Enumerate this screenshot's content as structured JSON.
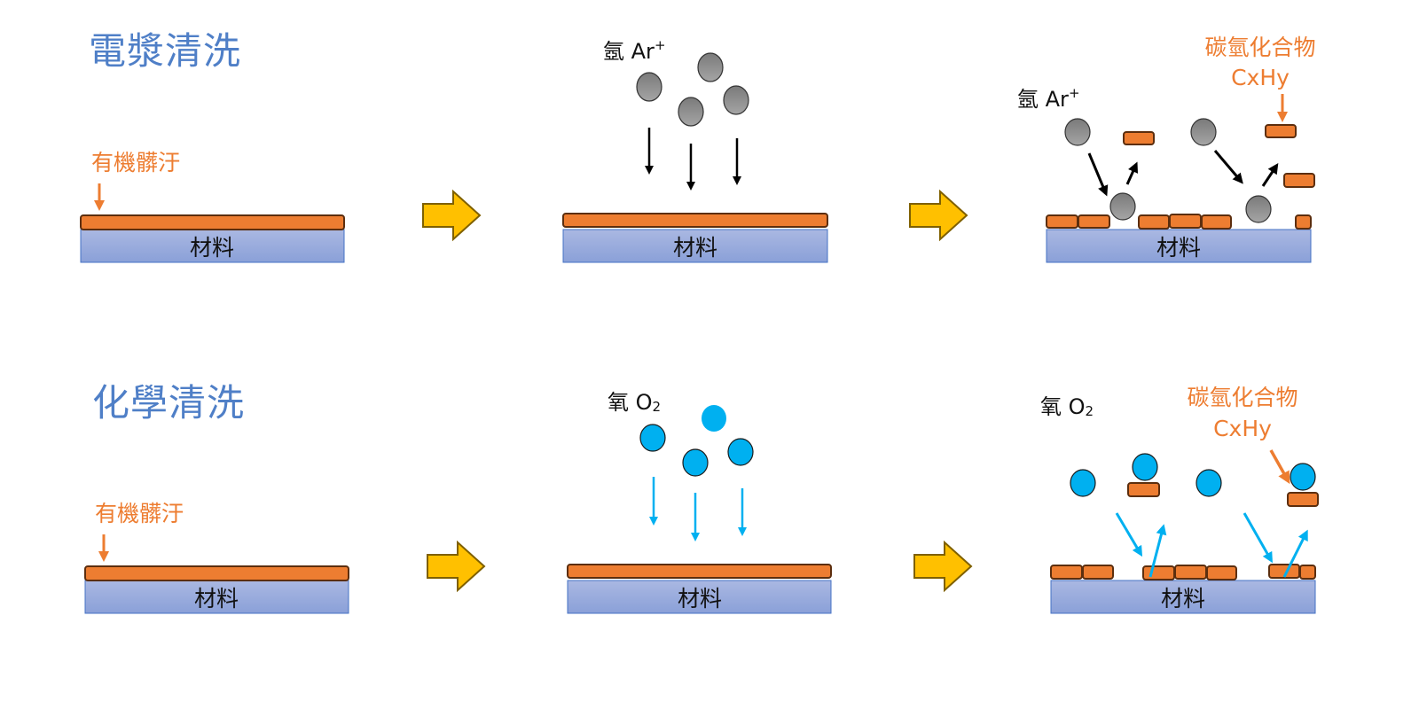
{
  "colors": {
    "title": "#4f7fc7",
    "contaminant": "#ed7d31",
    "contaminant_stroke": "#5c2e0e",
    "material_top": "#aab8e2",
    "material_bottom": "#8aa0d8",
    "material_stroke": "#4472c4",
    "argon_fill": "#8c8c8c",
    "oxygen_fill": "#00b0f0",
    "flow_arrow": "#ffc000",
    "flow_arrow_stroke": "#7f6000",
    "orange_label": "#ed7d31",
    "blue_arrow": "#00b0f0"
  },
  "rows": [
    {
      "id": "plasma",
      "title": "電漿清洗",
      "contaminant_label": "有機髒汙",
      "material_label": "材料",
      "gas_label_char": "氬",
      "gas_label_formula": "Ar",
      "gas_label_super": "+",
      "product_label": "碳氫化合物",
      "product_formula": "CxHy",
      "particle_type": "argon",
      "icons": {
        "particle": "argon-ion-icon",
        "flow": "process-arrow-icon"
      }
    },
    {
      "id": "chemical",
      "title": "化學清洗",
      "contaminant_label": "有機髒汙",
      "material_label": "材料",
      "gas_label_char": "氧",
      "gas_label_formula": "O",
      "gas_label_sub": "2",
      "product_label": "碳氫化合物",
      "product_formula": "CxHy",
      "particle_type": "oxygen",
      "icons": {
        "particle": "oxygen-molecule-icon",
        "flow": "process-arrow-icon"
      }
    }
  ]
}
